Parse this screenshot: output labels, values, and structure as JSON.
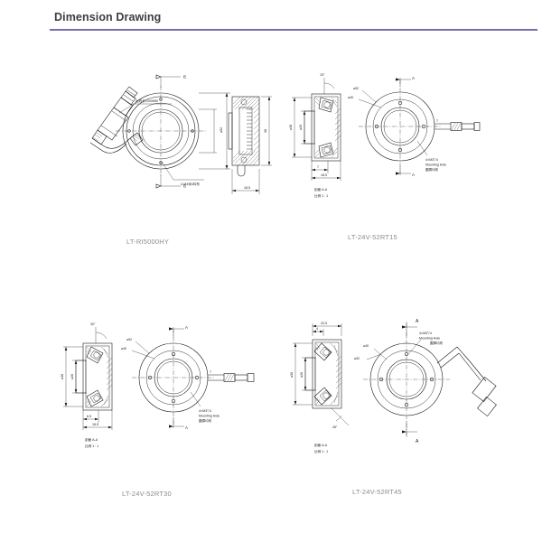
{
  "header": {
    "title": "Dimension Drawing",
    "accent_color": "#7b6bb0"
  },
  "drawings": [
    {
      "id": "lt-ri5000hy",
      "part_number": "LT-RI5000HY",
      "views": [
        "front-view",
        "section-view"
      ],
      "annotations": {
        "cable_note": "出线长1000MM",
        "section_mark_top": "B",
        "section_mark_bottom": "B",
        "bottom_note": "4-M3深4均布"
      }
    },
    {
      "id": "lt-24v-52rt15",
      "part_number": "LT-24V-52RT15",
      "views": [
        "section-a-a",
        "front-view"
      ],
      "annotations": {
        "angle": "15°",
        "dim_height_outer": "⌀38",
        "dim_height_inner": "⌀26",
        "dim_depth_small": "7",
        "dim_depth_total": "18.5",
        "section_title": "剖面 A-A",
        "section_scale": "比例 1 : 1",
        "dia_outer": "⌀52",
        "dia_inner": "⌀40",
        "mounting_hole": "4×M3▽4",
        "mounting_hole_en": "Mounting Hole",
        "mounting_hole_cn": "圆周均布",
        "section_mark_top": "A",
        "section_mark_bottom": "A"
      }
    },
    {
      "id": "lt-24v-52rt30",
      "part_number": "LT-24V-52RT30",
      "views": [
        "section-a-a",
        "front-view"
      ],
      "annotations": {
        "angle": "30°",
        "dim_height_outer": "⌀38",
        "dim_height_inner": "⌀26",
        "dim_depth_small": "6.5",
        "dim_depth_total": "18.5",
        "section_title": "剖面 A-A",
        "section_scale": "比例 1 : 1",
        "dia_outer": "⌀52",
        "dia_inner": "⌀40",
        "mounting_hole": "4×M3▽4",
        "mounting_hole_en": "Mounting Hole",
        "mounting_hole_cn": "圆周均布",
        "section_mark_top": "A",
        "section_mark_bottom": "A"
      }
    },
    {
      "id": "lt-24v-52rt45",
      "part_number": "LT-24V-52RT45",
      "views": [
        "section-a-a",
        "front-view"
      ],
      "annotations": {
        "angle": "45°",
        "dim_height_outer": "⌀38",
        "dim_height_inner": "⌀26",
        "dim_depth_small": "4",
        "dim_depth_total": "20.5",
        "section_title": "剖面 A-A",
        "section_scale": "比例 1 : 1",
        "dia_outer": "⌀52",
        "dia_inner": "⌀40",
        "mounting_hole": "4×M3▽4",
        "mounting_hole_en": "Mounting Hole",
        "mounting_hole_cn": "圆周均布",
        "section_mark_top": "A",
        "section_mark_bottom": "A"
      }
    }
  ]
}
